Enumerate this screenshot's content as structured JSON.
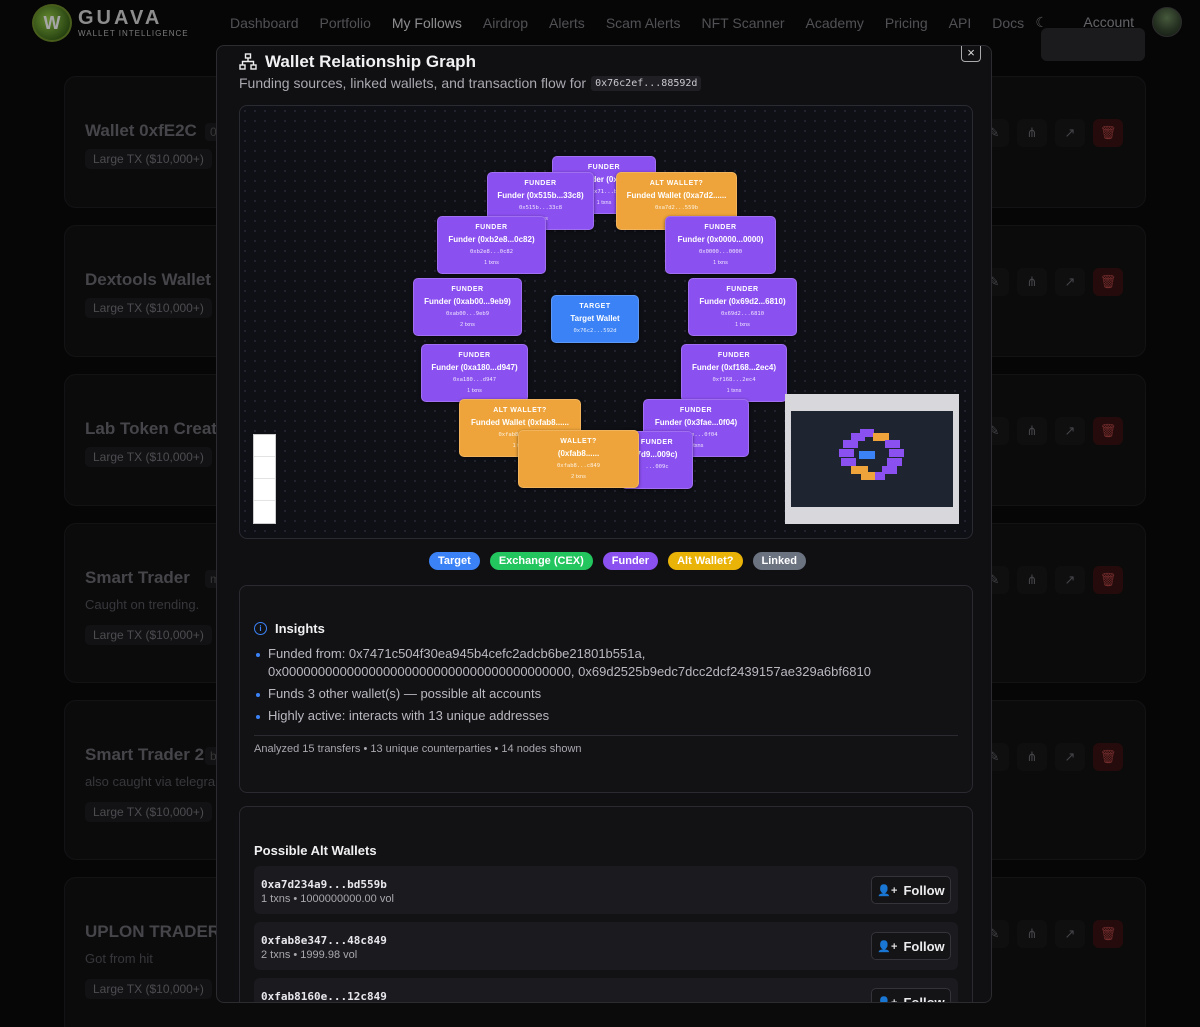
{
  "brand": {
    "name": "GUAVA",
    "tagline": "WALLET INTELLIGENCE",
    "mark": "W"
  },
  "nav": {
    "links": [
      "Dashboard",
      "Portfolio",
      "My Follows",
      "Airdrop",
      "Alerts",
      "Scam Alerts",
      "NFT Scanner",
      "Academy",
      "Pricing",
      "API",
      "Docs"
    ],
    "active": "My Follows",
    "account_label": "Account"
  },
  "cards": [
    {
      "title": "Wallet 0xfE2C",
      "chip": "0x",
      "subtitle": "",
      "badge": "Large TX ($10,000+)"
    },
    {
      "title": "Dextools Wallet",
      "chip": "",
      "subtitle": "",
      "badge": "Large TX ($10,000+)"
    },
    {
      "title": "Lab Token Creator",
      "chip": "",
      "subtitle": "",
      "badge": "Large TX ($10,000+)"
    },
    {
      "title": "Smart Trader",
      "chip": "mr",
      "subtitle": "Caught on trending.",
      "badge": "Large TX ($10,000+)"
    },
    {
      "title": "Smart Trader 2",
      "chip": "b",
      "subtitle": "also caught via telegra",
      "badge": "Large TX ($10,000+)"
    },
    {
      "title": "UPLON TRADER",
      "chip": "",
      "subtitle": "Got from hit",
      "badge": "Large TX ($10,000+)"
    }
  ],
  "modal": {
    "title": "Wallet Relationship Graph",
    "description": "Funding sources, linked wallets, and transaction flow for",
    "wallet_code": "0x76c2ef...88592d",
    "close": "×"
  },
  "graph": {
    "target": {
      "role": "TARGET",
      "name": "Target Wallet",
      "addr": "0x76c2...592d"
    },
    "nodes": [
      {
        "role": "FUNDER",
        "name": "Funder (0x747",
        "addr": "0x71...b",
        "txns": "1 txns",
        "kind": "funder"
      },
      {
        "role": "FUNDER",
        "name": "Funder (0x515b...33c8)",
        "addr": "0x515b...33c8",
        "txns": "1 txns",
        "kind": "funder"
      },
      {
        "role": "ALT WALLET?",
        "name": "Funded Wallet (0xa7d2......",
        "addr": "0xa7d2...559b",
        "txns": "1 txns",
        "kind": "alt"
      },
      {
        "role": "FUNDER",
        "name": "Funder (0xb2e8...0c82)",
        "addr": "0xb2e8...0c82",
        "txns": "1 txns",
        "kind": "funder"
      },
      {
        "role": "FUNDER",
        "name": "Funder (0x0000...0000)",
        "addr": "0x0000...0000",
        "txns": "1 txns",
        "kind": "funder"
      },
      {
        "role": "FUNDER",
        "name": "Funder (0xab00...9eb9)",
        "addr": "0xab00...9eb9",
        "txns": "2 txns",
        "kind": "funder"
      },
      {
        "role": "FUNDER",
        "name": "Funder (0x69d2...6810)",
        "addr": "0x69d2...6810",
        "txns": "1 txns",
        "kind": "funder"
      },
      {
        "role": "FUNDER",
        "name": "Funder (0xa180...d947)",
        "addr": "0xa180...d947",
        "txns": "1 txns",
        "kind": "funder"
      },
      {
        "role": "FUNDER",
        "name": "Funder (0xf168...2ec4)",
        "addr": "0xf168...2ec4",
        "txns": "1 txns",
        "kind": "funder"
      },
      {
        "role": "FUNDER",
        "name": "Funder (0x3fae...0f04)",
        "addr": "0x3fae...0f04",
        "txns": "1 txns",
        "kind": "funder"
      },
      {
        "role": "FUNDER",
        "name": "7d9...009c)",
        "addr": "...009c",
        "txns": "",
        "kind": "funder"
      },
      {
        "role": "ALT WALLET?",
        "name": "Funded Wallet (0xfab8......",
        "addr": "0xfab8...c849",
        "txns": "1 txns",
        "kind": "alt"
      },
      {
        "role": "WALLET?",
        "name": "(0xfab8......",
        "addr": "0xfab8...c849",
        "txns": "2 txns",
        "kind": "alt"
      }
    ]
  },
  "legend": [
    {
      "label": "Target",
      "color": "#3b82f6"
    },
    {
      "label": "Exchange (CEX)",
      "color": "#22c55e"
    },
    {
      "label": "Funder",
      "color": "#8b50f0"
    },
    {
      "label": "Alt Wallet?",
      "color": "#eab308"
    },
    {
      "label": "Linked",
      "color": "#6b7280"
    }
  ],
  "insights": {
    "title": "Insights",
    "items": [
      "Funded from: 0x7471c504f30ea945b4cefc2adcb6be21801b551a, 0x0000000000000000000000000000000000000000, 0x69d2525b9edc7dcc2dcf2439157ae329a6bf6810",
      "Funds 3 other wallet(s) — possible alt accounts",
      "Highly active: interacts with 13 unique addresses"
    ],
    "footer": "Analyzed 15 transfers • 13 unique counterparties • 14 nodes shown"
  },
  "alts": {
    "title": "Possible Alt Wallets",
    "follow_label": "Follow",
    "rows": [
      {
        "addr": "0xa7d234a9...bd559b",
        "meta": "1 txns • 1000000000.00 vol"
      },
      {
        "addr": "0xfab8e347...48c849",
        "meta": "2 txns • 1999.98 vol"
      },
      {
        "addr": "0xfab8160e...12c849",
        "meta": ""
      }
    ]
  }
}
